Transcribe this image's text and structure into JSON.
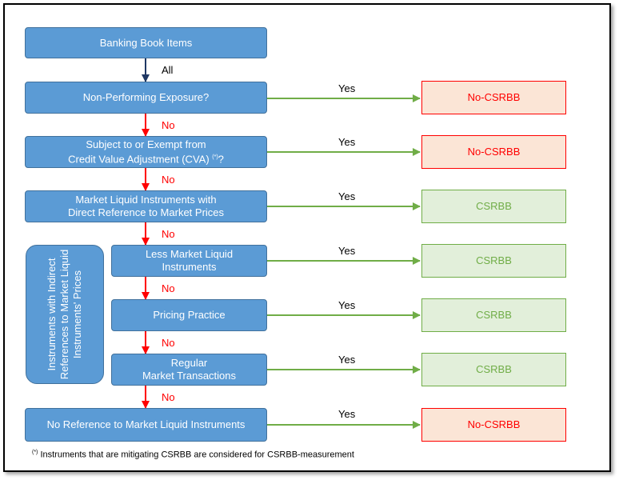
{
  "nodes": {
    "banking_book": "Banking Book Items",
    "npe": "Non-Performing Exposure?",
    "cva_line1": "Subject to or Exempt from",
    "cva_line2": "Credit Value Adjustment (CVA) ",
    "cva_mark": "(*)",
    "cva_q": "?",
    "direct_line1": "Market Liquid Instruments with",
    "direct_line2": "Direct Reference to Market Prices",
    "indirect_group": "Instruments with Indirect References to Market Liquid Instruments' Prices",
    "less_liquid_line1": "Less Market Liquid",
    "less_liquid_line2": "Instruments",
    "pricing": "Pricing Practice",
    "regular_line1": "Regular",
    "regular_line2": "Market Transactions",
    "no_reference": "No Reference to Market Liquid Instruments"
  },
  "outcomes": {
    "o1": "No-CSRBB",
    "o2": "No-CSRBB",
    "o3": "CSRBB",
    "o4": "CSRBB",
    "o5": "CSRBB",
    "o6": "CSRBB",
    "o7": "No-CSRBB"
  },
  "labels": {
    "all": "All",
    "yes": "Yes",
    "no": "No"
  },
  "footnote": {
    "mark": "(*)",
    "text": " Instruments that are mitigating CSRBB are considered for CSRBB-measurement"
  },
  "colors": {
    "node_fill": "#5b9bd5",
    "yes_arrow": "#70ad47",
    "no_arrow": "#ff0000",
    "all_arrow": "#1f3864",
    "no_csrbb": "#ff0000",
    "csrbb": "#70ad47"
  }
}
